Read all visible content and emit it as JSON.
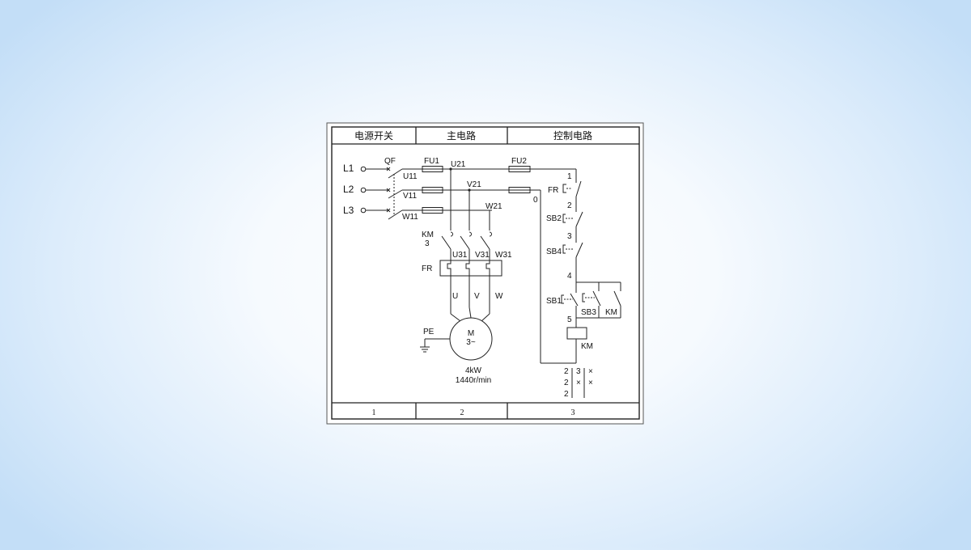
{
  "header": {
    "col1": "电源开关",
    "col2": "主电路",
    "col3": "控制电路"
  },
  "footer": {
    "col1": "1",
    "col2": "2",
    "col3": "3"
  },
  "power": {
    "l1": "L1",
    "l2": "L2",
    "l3": "L3",
    "qf": "QF",
    "u11": "U11",
    "v11": "V11",
    "w11": "W11"
  },
  "main": {
    "fu1": "FU1",
    "u21": "U21",
    "v21": "V21",
    "w21": "W21",
    "km": "KM",
    "km_num": "3",
    "u31": "U31",
    "v31": "V31",
    "w31": "W31",
    "fr": "FR",
    "u": "U",
    "v": "V",
    "w": "W",
    "pe": "PE",
    "motor_m": "M",
    "motor_phase": "3~",
    "power_rating": "4kW",
    "speed": "1440r/min"
  },
  "control": {
    "fu2": "FU2",
    "zero": "0",
    "n1": "1",
    "n2": "2",
    "n3": "3",
    "n4": "4",
    "n5": "5",
    "fr": "FR",
    "sb2": "SB2",
    "sb4": "SB4",
    "sb1": "SB1",
    "sb3": "SB3",
    "km_aux": "KM",
    "km_coil": "KM",
    "contact_table": [
      [
        "2",
        "3",
        "×"
      ],
      [
        "2",
        "×",
        "×"
      ],
      [
        "2",
        "",
        ""
      ]
    ]
  }
}
